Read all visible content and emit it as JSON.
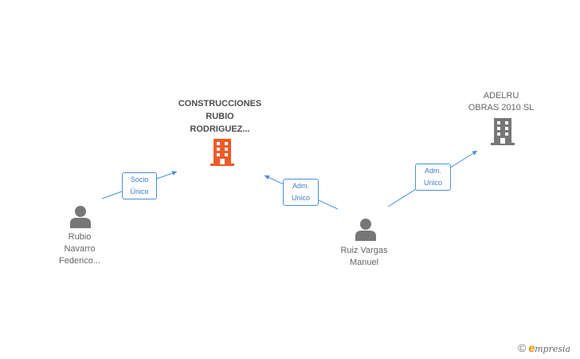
{
  "nodes": {
    "main_company": {
      "lines": [
        "CONSTRUCCIONES",
        "RUBIO",
        "RODRIGUEZ..."
      ],
      "icon": "building-icon",
      "color": "#f05a28"
    },
    "adelru": {
      "lines": [
        "ADELRU",
        "OBRAS 2010 SL"
      ],
      "icon": "building-icon",
      "color": "#777777"
    },
    "rubio": {
      "lines": [
        "Rubio",
        "Navarro",
        "Federico..."
      ],
      "icon": "person-icon",
      "color": "#777777"
    },
    "ruiz": {
      "lines": [
        "Ruiz Vargas",
        "Manuel"
      ],
      "icon": "person-icon",
      "color": "#777777"
    }
  },
  "edges": {
    "rubio_main": [
      "Socio",
      "Único"
    ],
    "ruiz_main": [
      "Adm.",
      "Unico"
    ],
    "ruiz_adelru": [
      "Adm.",
      "Unico"
    ]
  },
  "colors": {
    "edge": "#4a90d9"
  },
  "footer": {
    "copyright": "©",
    "brand_e": "e",
    "brand_rest": "mpresia"
  }
}
